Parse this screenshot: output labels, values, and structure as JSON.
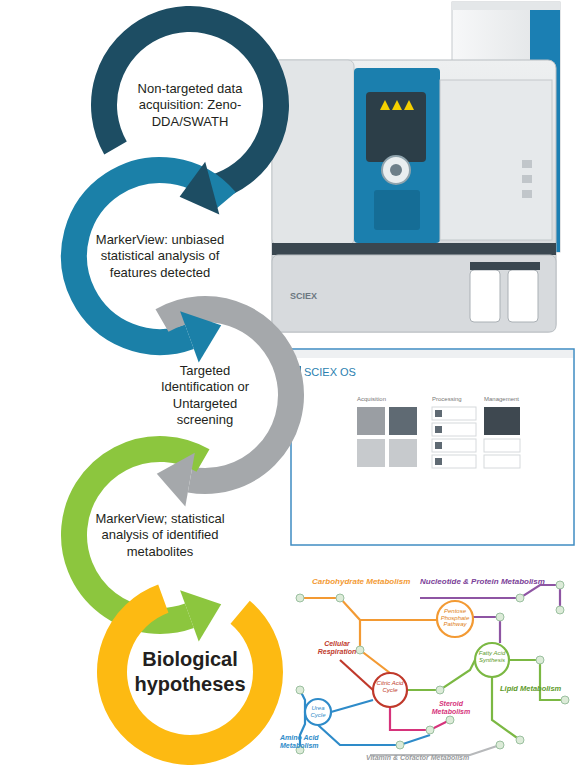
{
  "diagram": {
    "nodes": [
      {
        "text": [
          "Non-targeted data acquisition: Zeno-DDA/SWATH"
        ]
      },
      {
        "text": [
          "MarkerView: unbiased statistical analysis of features detected"
        ]
      },
      {
        "text": [
          "Targeted Identification or Untargeted screening"
        ]
      },
      {
        "text": [
          "MarkerView; statistical analysis of identified metabolites"
        ]
      },
      {
        "text": [
          "Biological hypotheses"
        ]
      }
    ],
    "edges": [
      {
        "from": 0,
        "to": 1,
        "arrow": "to"
      },
      {
        "from": 1,
        "to": 2,
        "arrow": "to"
      },
      {
        "from": 2,
        "to": 3,
        "arrow": "to"
      },
      {
        "from": 3,
        "to": 4,
        "arrow": "to"
      }
    ],
    "labels": [
      "SCIEX",
      "SCIEX OS",
      "Acquisition",
      "Processing",
      "Management",
      "Carbohydrate Metabolism",
      "Nucleotide & Protein Metabolism",
      "Pentose Phosphate Pathway",
      "Cellular Respiration",
      "Fatty Acid Synthesis",
      "Citric Acid Cycle",
      "Lipid Metabolism",
      "Steroid Metabolism",
      "Urea Cycle",
      "Amino Acid Metabolism",
      "Vitamin & Cofactor Metabolism"
    ]
  }
}
